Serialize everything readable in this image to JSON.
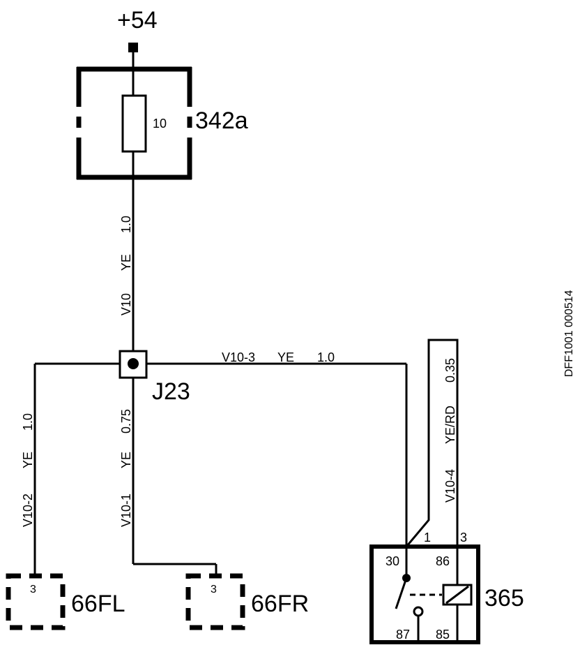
{
  "supply": {
    "label": "+54"
  },
  "fuse": {
    "component_id": "342a",
    "rating": "10"
  },
  "wires": {
    "main_vertical": {
      "circuit": "V10",
      "color": "YE",
      "size": "1.0"
    },
    "to_relay": {
      "circuit": "V10-3",
      "color": "YE",
      "size": "1.0"
    },
    "to_66fl": {
      "circuit": "V10-2",
      "color": "YE",
      "size": "1.0"
    },
    "to_66fr": {
      "circuit": "V10-1",
      "color": "YE",
      "size": "0.75"
    },
    "relay_pin3": {
      "circuit": "V10-4",
      "color": "YE/RD",
      "size": "0.35"
    }
  },
  "junction": {
    "label": "J23"
  },
  "connectors": {
    "fl": {
      "id": "66FL",
      "pin": "3"
    },
    "fr": {
      "id": "66FR",
      "pin": "3"
    }
  },
  "relay": {
    "id": "365",
    "ext_pins": [
      "1",
      "3"
    ],
    "terminals": {
      "t30": "30",
      "t86": "86",
      "t87": "87",
      "t85": "85"
    }
  },
  "doc_id": "DFF1001 000514"
}
